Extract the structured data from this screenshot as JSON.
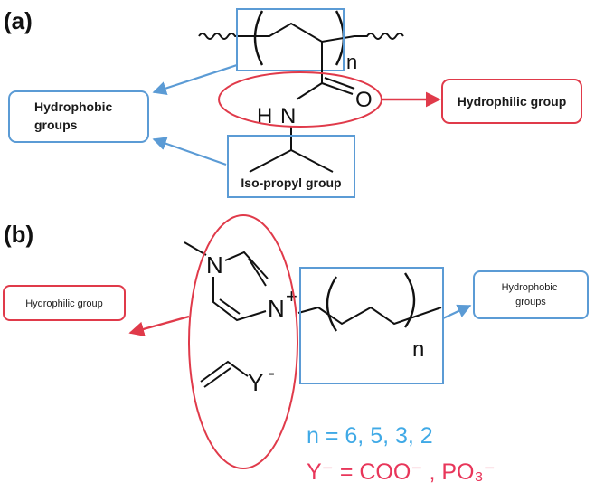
{
  "panel_a": {
    "label": "(a)",
    "hydrophobic_box": "Hydrophobic groups",
    "hydrophilic_box": "Hydrophilic group",
    "isopropyl_label": "Iso-propyl group",
    "atom_n": "N",
    "atom_h": "H",
    "atom_o": "O",
    "repeat_n": "n"
  },
  "panel_b": {
    "label": "(b)",
    "hydrophilic_box": "Hydrophilic group",
    "hydrophobic_box": "Hydrophobic groups",
    "atom_n1": "N",
    "atom_n2": "N",
    "plus": "+",
    "anion": "Y",
    "anion_charge": "-",
    "repeat_n": "n",
    "n_values": "n = 6, 5, 3, 2",
    "y_definition": "Y⁻ = COO⁻ , PO₃⁻"
  },
  "colors": {
    "blue": "#5b9bd5",
    "red": "#e03a4a",
    "n_values_text": "#3fa9e6",
    "y_definition_text": "#e8365a",
    "black": "#111111"
  }
}
